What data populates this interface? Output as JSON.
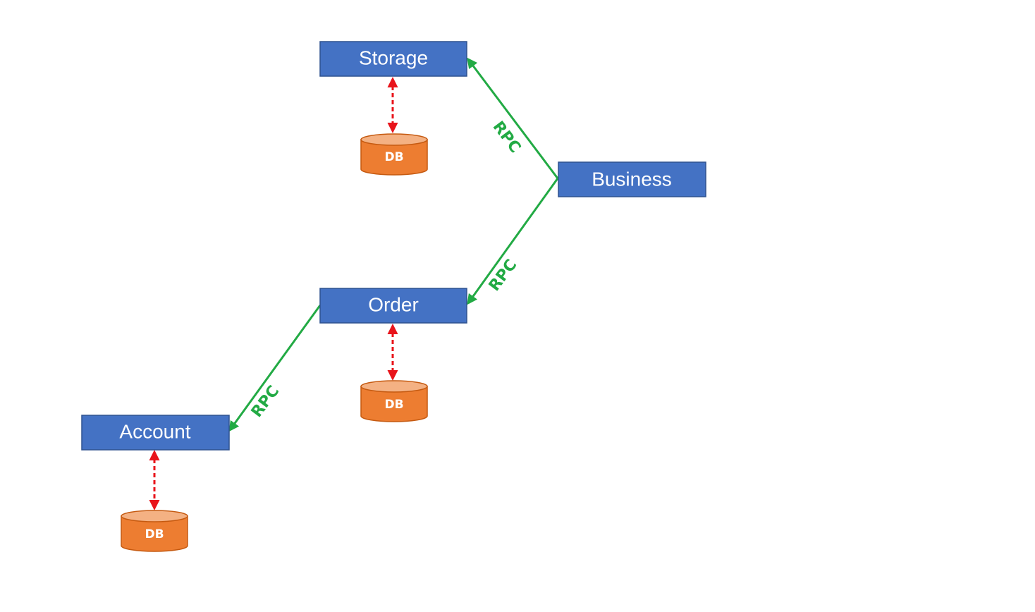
{
  "nodes": {
    "storage": {
      "label": "Storage"
    },
    "business": {
      "label": "Business"
    },
    "order": {
      "label": "Order"
    },
    "account": {
      "label": "Account"
    }
  },
  "databases": {
    "storage_db": {
      "label": "DB"
    },
    "order_db": {
      "label": "DB"
    },
    "account_db": {
      "label": "DB"
    }
  },
  "edges": {
    "business_to_storage": {
      "label": "RPC"
    },
    "business_to_order": {
      "label": "RPC"
    },
    "order_to_account": {
      "label": "RPC"
    }
  },
  "colors": {
    "service_box": "#4472C4",
    "database": "#ED7D31",
    "rpc_line": "#22AA44",
    "db_link": "#E8141B"
  }
}
